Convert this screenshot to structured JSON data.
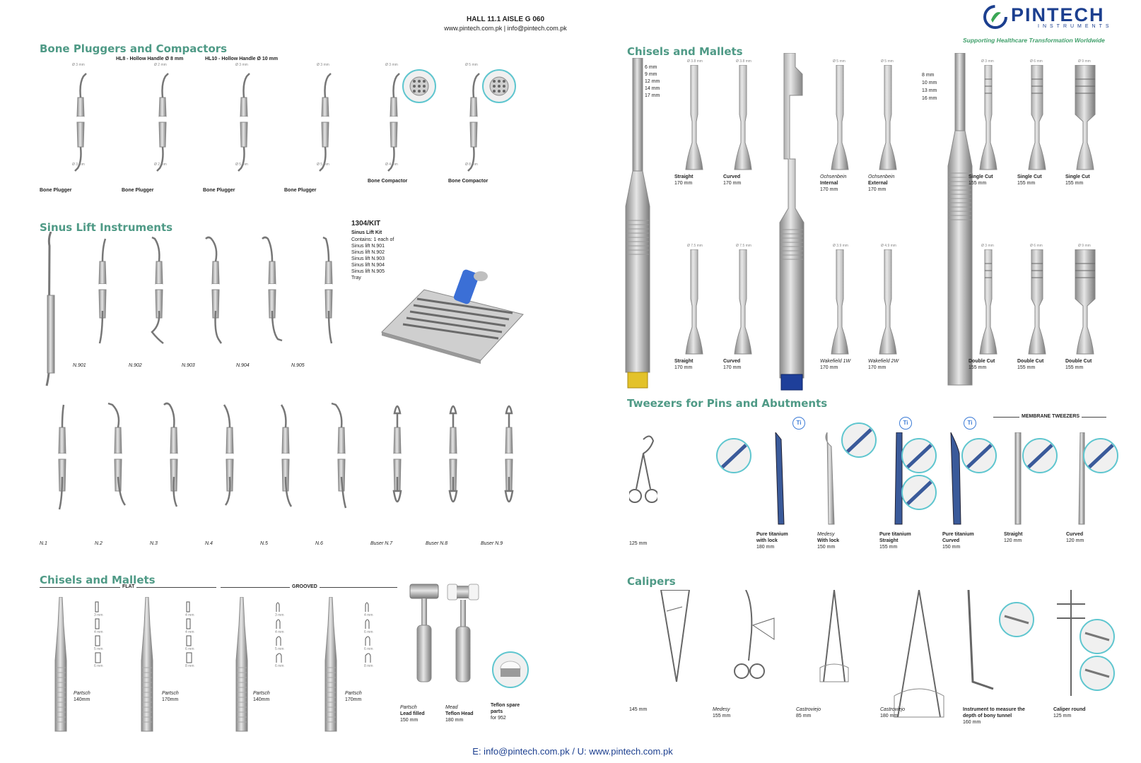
{
  "header": {
    "line1": "HALL 11.1 AISLE G 060",
    "line2": "www.pintech.com.pk | info@pintech.com.pk"
  },
  "logo": {
    "name": "PINTECH",
    "sub": "INSTRUMENTS",
    "tagline": "Supporting Healthcare Transformation Worldwide"
  },
  "footer": {
    "text": "E: info@pintech.com.pk / U: www.pintech.com.pk"
  },
  "bone": {
    "title": "Bone Pluggers and Compactors",
    "hl8": "HL8 - Hollow Handle Ø 8 mm",
    "hl10": "HL10 - Hollow Handle Ø 10 mm",
    "items": [
      {
        "label": "Bone Plugger",
        "top": "Ø 3 mm",
        "bottom": "Ø 3 mm"
      },
      {
        "label": "Bone Plugger",
        "top": "Ø 2 mm",
        "bottom": "Ø 2 mm"
      },
      {
        "label": "Bone Plugger",
        "top": "Ø 3 mm",
        "bottom": "Ø 5 mm"
      },
      {
        "label": "Bone Plugger",
        "top": "Ø 3 mm",
        "bottom": "Ø 5 mm"
      },
      {
        "label": "Bone Compactor",
        "top": "Ø 3 mm",
        "bottom": "Ø 4 mm"
      },
      {
        "label": "Bone Compactor",
        "top": "Ø 5 mm",
        "bottom": "Ø 8 mm"
      }
    ]
  },
  "sinus": {
    "title": "Sinus Lift Instruments",
    "row1": [
      "N.901",
      "N.902",
      "N.903",
      "N.904",
      "N.905"
    ],
    "row2": [
      "N.1",
      "N.2",
      "N.3",
      "N.4",
      "N.5",
      "N.6",
      "Buser N.7",
      "Buser N.8",
      "Buser N.9"
    ],
    "kit": {
      "code": "1304/KIT",
      "name": "Sinus Lift Kit",
      "lines": [
        "Contains: 1 each of",
        "Sinus lift N.901",
        "Sinus lift N.902",
        "Sinus lift N.903",
        "Sinus lift N.904",
        "Sinus lift N.905",
        "Tray"
      ]
    }
  },
  "chiselsLeft": {
    "title": "Chisels and Mallets",
    "flat": "FLAT",
    "grooved": "GROOVED",
    "items": [
      {
        "name": "Partsch",
        "size": "140mm"
      },
      {
        "name": "Partsch",
        "size": "170mm"
      },
      {
        "name": "Partsch",
        "size": "140mm"
      },
      {
        "name": "Partsch",
        "size": "170mm"
      }
    ],
    "widths1": [
      "3 mm",
      "4 mm",
      "5 mm",
      "6 mm"
    ],
    "widths2": [
      "4 mm",
      "4 mm",
      "6 mm",
      "8 mm"
    ],
    "widths3": [
      "3 mm",
      "4 mm",
      "5 mm",
      "6 mm"
    ],
    "widths4": [
      "4 mm",
      "6 mm",
      "6 mm",
      "8 mm"
    ],
    "mallets": [
      {
        "name": "Partsch",
        "desc": "Lead filled",
        "size": "150 mm"
      },
      {
        "name": "Mead",
        "desc": "Teflon Head",
        "size": "180 mm"
      }
    ],
    "spare": {
      "l1": "Teflon spare",
      "l2": "parts",
      "l3": "for 952"
    }
  },
  "chiselsRight": {
    "title": "Chisels and Mallets",
    "markA": [
      "6 mm",
      "9 mm",
      "12 mm",
      "14 mm",
      "17 mm"
    ],
    "markB": [
      "8 mm",
      "10 mm",
      "13 mm",
      "16 mm"
    ],
    "cells": [
      {
        "dia": "Ø 3.8 mm",
        "l1": "Straight",
        "l2": "",
        "size": "170 mm"
      },
      {
        "dia": "Ø 3.8 mm",
        "l1": "Curved",
        "l2": "",
        "size": "170 mm"
      },
      {
        "dia": "Ø 5 mm",
        "l1": "Ochsenbein",
        "l2": "Internal",
        "size": "170 mm"
      },
      {
        "dia": "Ø 5 mm",
        "l1": "Ochsenbein",
        "l2": "External",
        "size": "170 mm"
      },
      {
        "dia": "Ø 3 mm",
        "l1": "Single Cut",
        "l2": "",
        "size": "155 mm"
      },
      {
        "dia": "Ø 6 mm",
        "l1": "Single Cut",
        "l2": "",
        "size": "155 mm"
      },
      {
        "dia": "Ø 9 mm",
        "l1": "Single Cut",
        "l2": "",
        "size": "155 mm"
      },
      {
        "dia": "Ø 7.5 mm",
        "l1": "Straight",
        "l2": "",
        "size": "170 mm"
      },
      {
        "dia": "Ø 7.5 mm",
        "l1": "Curved",
        "l2": "",
        "size": "170 mm"
      },
      {
        "dia": "Ø 3.9 mm",
        "l1": "Wakefield 1W",
        "l2": "",
        "size": "170 mm"
      },
      {
        "dia": "Ø 4.9 mm",
        "l1": "Wakefield 2W",
        "l2": "",
        "size": "170 mm"
      },
      {
        "dia": "Ø 3 mm",
        "l1": "Double Cut",
        "l2": "",
        "size": "155 mm"
      },
      {
        "dia": "Ø 6 mm",
        "l1": "Double Cut",
        "l2": "",
        "size": "155 mm"
      },
      {
        "dia": "Ø 9 mm",
        "l1": "Double Cut",
        "l2": "",
        "size": "155 mm"
      }
    ]
  },
  "tweezers": {
    "title": "Tweezers for Pins and Abutments",
    "membrane": "MEMBRANE TWEEZERS",
    "ti": "Ti",
    "items": [
      {
        "l1": "",
        "l2": "",
        "size": "125 mm"
      },
      {
        "l1": "Pure titanium",
        "l2": "with lock",
        "size": "180 mm"
      },
      {
        "l1": "Medesy",
        "l2": "With lock",
        "size": "150 mm"
      },
      {
        "l1": "Pure titanium",
        "l2": "Straight",
        "size": "155 mm"
      },
      {
        "l1": "Pure titanium",
        "l2": "Curved",
        "size": "150 mm"
      },
      {
        "l1": "Straight",
        "l2": "",
        "size": "120 mm"
      },
      {
        "l1": "Curved",
        "l2": "",
        "size": "120 mm"
      }
    ]
  },
  "calipers": {
    "title": "Calipers",
    "items": [
      {
        "l1": "",
        "l2": "",
        "size": "145 mm"
      },
      {
        "l1": "Medesy",
        "l2": "",
        "size": "155 mm"
      },
      {
        "l1": "Castroviejo",
        "l2": "",
        "size": "85 mm"
      },
      {
        "l1": "Castroviejo",
        "l2": "",
        "size": "180 mm"
      },
      {
        "l1": "Instrument to measure the",
        "l2": "depth of bony tunnel",
        "size": "160 mm"
      },
      {
        "l1": "Caliper round",
        "l2": "",
        "size": "125 mm"
      }
    ]
  }
}
